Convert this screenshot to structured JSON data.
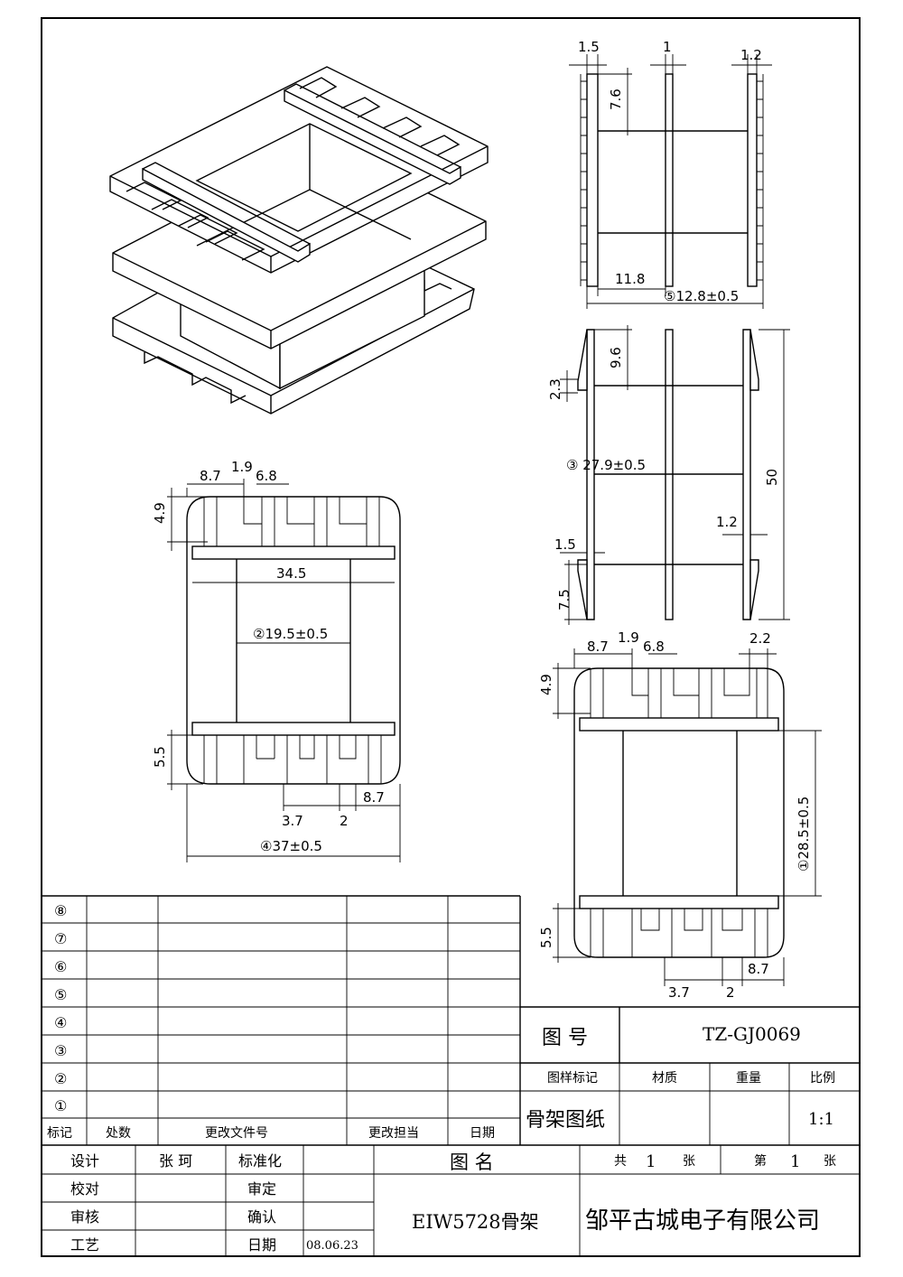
{
  "top_view_dims": {
    "d_8_7": "8.7",
    "d_1_9": "1.9",
    "d_6_8": "6.8",
    "d_4_9": "4.9",
    "d_34_5": "34.5",
    "d_19_5": "②19.5±0.5",
    "d_5_5": "5.5",
    "d_8_7b": "8.7",
    "d_3_7": "3.7",
    "d_2": "2",
    "d_37": "④37±0.5"
  },
  "side_view_dims": {
    "d_1_5": "1.5",
    "d_1": "1",
    "d_1_2": "1.2",
    "d_7_6": "7.6",
    "d_11_8": "11.8",
    "d_12_8": "⑤12.8±0.5"
  },
  "front_view_dims": {
    "d_9_6": "9.6",
    "d_2_3": "2.3",
    "d_27_9": "③ 27.9±0.5",
    "d_50": "50",
    "d_1_2": "1.2",
    "d_1_5": "1.5",
    "d_7_5": "7.5"
  },
  "bottom_view_dims": {
    "d_8_7": "8.7",
    "d_1_9": "1.9",
    "d_6_8": "6.8",
    "d_2_2": "2.2",
    "d_4_9": "4.9",
    "d_28_5": "①28.5±0.5",
    "d_5_5": "5.5",
    "d_8_7b": "8.7",
    "d_3_7": "3.7",
    "d_2": "2"
  },
  "revision_table": {
    "rows": [
      "⑧",
      "⑦",
      "⑥",
      "⑤",
      "④",
      "③",
      "②",
      "①"
    ],
    "headers": [
      "标记",
      "处数",
      "更改文件号",
      "更改担当",
      "日期"
    ]
  },
  "title_block": {
    "drawing_no_label": "图  号",
    "drawing_no": "TZ-GJ0069",
    "mark_label": "图样标记",
    "material_label": "材质",
    "weight_label": "重量",
    "scale_label": "比例",
    "drawing_type": "骨架图纸",
    "scale_value": "1:1",
    "design_label": "设计",
    "designer": "张 珂",
    "standard_label": "标准化",
    "name_label": "图  名",
    "total_label": "共",
    "total_value": "1",
    "sheet_unit": "张",
    "page_label": "第",
    "page_value": "1",
    "page_unit": "张",
    "check_label": "校对",
    "approve_label": "审定",
    "review_label": "审核",
    "confirm_label": "确认",
    "craft_label": "工艺",
    "date_label": "日期",
    "date_value": "08.06.23",
    "part_name": "EIW5728骨架",
    "company": "邹平古城电子有限公司"
  }
}
